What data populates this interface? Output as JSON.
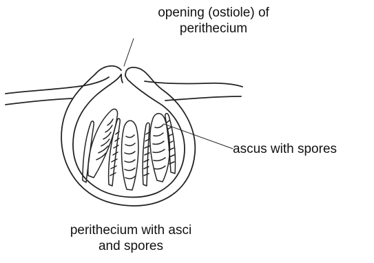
{
  "labels": {
    "ostiole_line1": "opening (ostiole) of",
    "ostiole_line2": "perithecium",
    "ascus": "ascus with spores",
    "caption_line1": "perithecium with asci",
    "caption_line2": "and spores"
  },
  "colors": {
    "stroke": "#222222",
    "background": "#ffffff"
  }
}
